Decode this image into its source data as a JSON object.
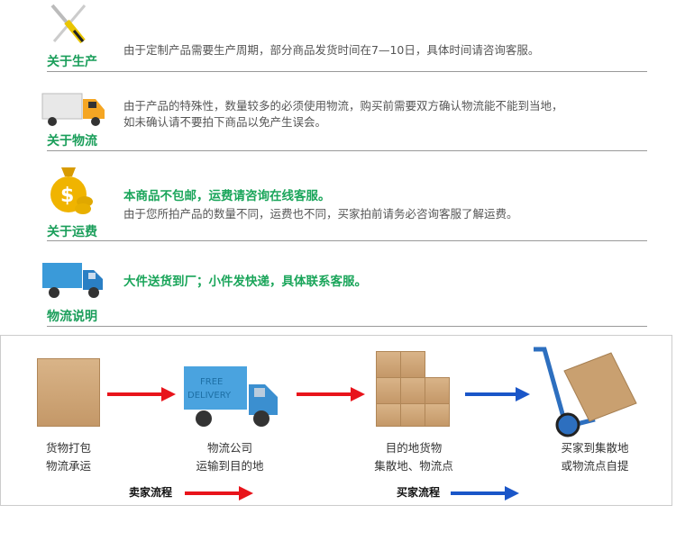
{
  "sections": [
    {
      "label": "关于生产",
      "icon": "tools-icon",
      "lines": [
        "由于定制产品需要生产周期，部分商品发货时间在7—10日，具体时间请咨询客服。"
      ]
    },
    {
      "label": "关于物流",
      "icon": "truck-icon",
      "lines": [
        "由于产品的特殊性，数量较多的必须使用物流，购买前需要双方确认物流能不能到当地，",
        "如未确认请不要拍下商品以免产生误会。"
      ]
    },
    {
      "label": "关于运费",
      "icon": "money-bag-icon",
      "highlight": "本商品不包邮，运费请咨询在线客服。",
      "lines": [
        "由于您所拍产品的数量不同，运费也不同，买家拍前请务必咨询客服了解运费。"
      ]
    },
    {
      "label": "物流说明",
      "icon": "delivery-truck-icon",
      "highlight": "大件送货到厂；小件发快递，具体联系客服。"
    }
  ],
  "flow": {
    "steps": [
      {
        "line1": "货物打包",
        "line2": "物流承运"
      },
      {
        "line1": "物流公司",
        "line2": "运输到目的地",
        "truck_text1": "FREE",
        "truck_text2": "DELIVERY"
      },
      {
        "line1": "目的地货物",
        "line2": "集散地、物流点"
      },
      {
        "line1": "买家到集散地",
        "line2": "或物流点自提"
      }
    ],
    "seller_label": "卖家流程",
    "buyer_label": "买家流程",
    "colors": {
      "seller": "#e8141b",
      "buyer": "#1a56c8"
    }
  }
}
